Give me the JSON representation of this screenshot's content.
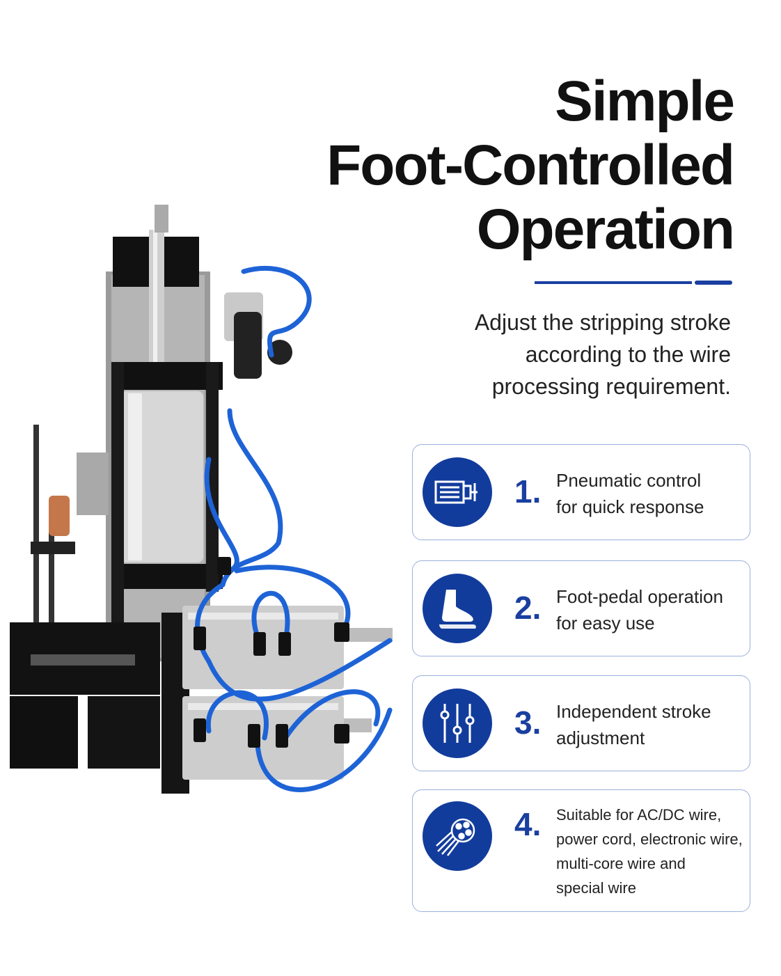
{
  "headline": {
    "line1": "Simple",
    "line2": "Foot-Controlled",
    "line3": "Operation"
  },
  "description": {
    "line1": "Adjust the stripping stroke",
    "line2": "according to the wire",
    "line3": "processing requirement."
  },
  "features": [
    {
      "number": "1.",
      "icon": "pneumatic-cylinder-icon",
      "line1": "Pneumatic control",
      "line2": "for quick response"
    },
    {
      "number": "2.",
      "icon": "foot-pedal-icon",
      "line1": "Foot-pedal operation",
      "line2": "for easy use"
    },
    {
      "number": "3.",
      "icon": "slider-adjust-icon",
      "line1": "Independent stroke",
      "line2": "adjustment"
    },
    {
      "number": "4.",
      "icon": "wire-bundle-icon",
      "line1": "Suitable for AC/DC wire,",
      "line2": "power cord, electronic wire,",
      "line3": "multi-core wire and",
      "line4": "special wire"
    }
  ],
  "colors": {
    "accent": "#1a3fa0",
    "icon_bg": "#123c9c",
    "card_border": "#9bb0de",
    "tubing": "#1e63d6"
  }
}
